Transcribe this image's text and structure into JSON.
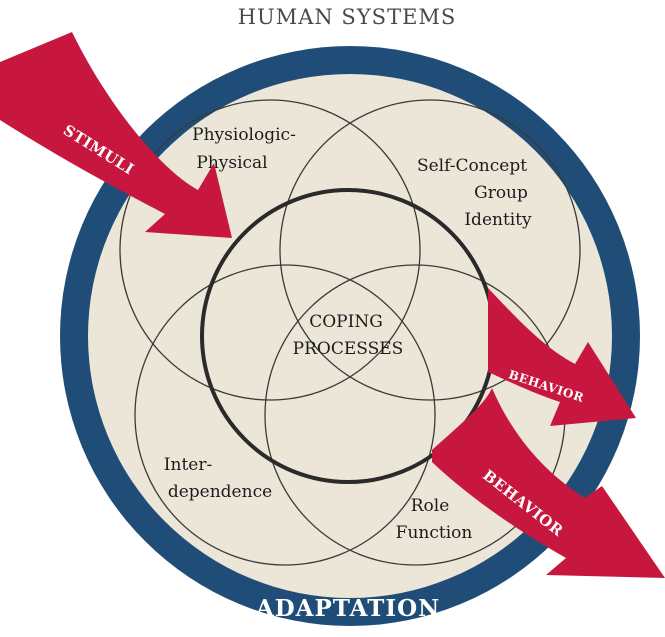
{
  "header": {
    "title": "HUMAN SYSTEMS"
  },
  "footer": {
    "label": "ADAPTATION"
  },
  "core": {
    "line1": "COPING",
    "line2": "PROCESSES"
  },
  "modes": {
    "physiologic": {
      "line1": "Physiologic-",
      "line2": "Physical"
    },
    "self_concept": {
      "line1": "Self-Concept",
      "line2": "Group",
      "line3": "Identity"
    },
    "interdependence": {
      "line1": "Inter-",
      "line2": "dependence"
    },
    "role_function": {
      "line1": "Role",
      "line2": "Function"
    }
  },
  "arrows": {
    "input": {
      "label": "STIMULI"
    },
    "output_upper": {
      "label": "BEHAVIOR"
    },
    "output_lower": {
      "label": "BEHAVIOR"
    }
  },
  "colors": {
    "ring": "#1f4d78",
    "fill": "#ebe6d8",
    "arrow": "#c8173f",
    "line": "#2a2a2a"
  }
}
